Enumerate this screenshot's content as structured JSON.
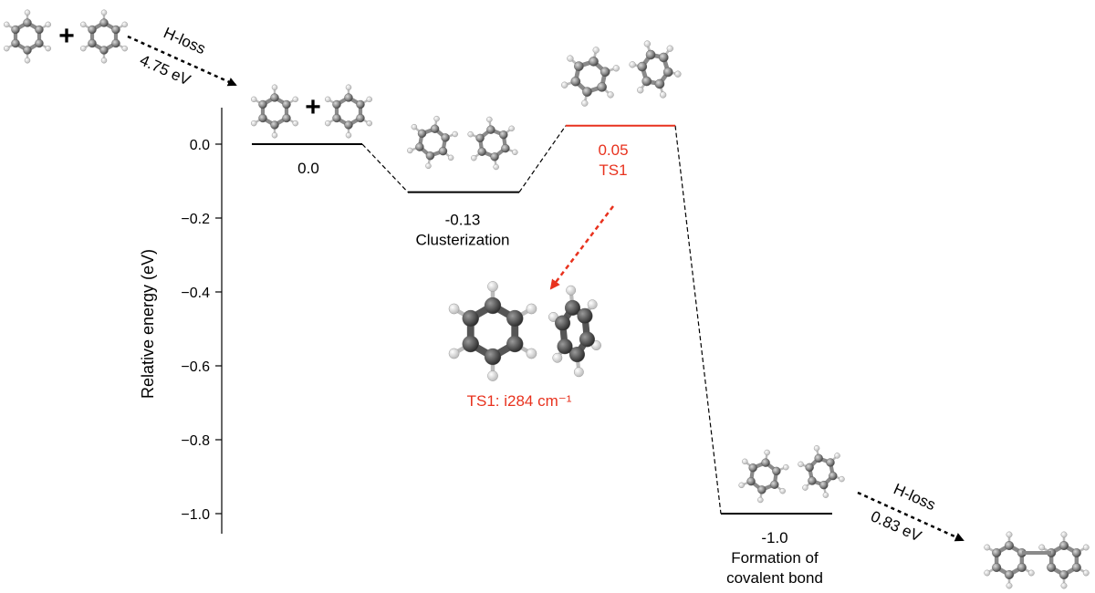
{
  "chart_data": {
    "type": "energy-diagram",
    "ylabel": "Relative energy (eV)",
    "ylim": [
      -1.05,
      0.08
    ],
    "yticks": [
      {
        "value": 0.0,
        "label": "0.0"
      },
      {
        "value": -0.2,
        "label": "−0.2"
      },
      {
        "value": -0.4,
        "label": "−0.4"
      },
      {
        "value": -0.6,
        "label": "−0.6"
      },
      {
        "value": -0.8,
        "label": "−0.8"
      },
      {
        "value": -1.0,
        "label": "−1.0"
      }
    ],
    "levels": [
      {
        "id": "reactants",
        "energy": 0.0,
        "value_label": "0.0",
        "name_lines": [],
        "color": "#000000"
      },
      {
        "id": "cluster",
        "energy": -0.13,
        "value_label": "-0.13",
        "name_lines": [
          "Clusterization"
        ],
        "color": "#000000"
      },
      {
        "id": "ts1",
        "energy": 0.05,
        "value_label": "0.05",
        "name_lines": [
          "TS1"
        ],
        "color": "#e8321e"
      },
      {
        "id": "product",
        "energy": -1.0,
        "value_label": "-1.0",
        "name_lines": [
          "Formation of",
          "covalent bond"
        ],
        "color": "#000000"
      }
    ]
  },
  "annotations": {
    "hloss_top_label": "H-loss",
    "hloss_top_energy": "4.75 eV",
    "hloss_bottom_label": "H-loss",
    "hloss_bottom_energy": "0.83 eV",
    "plus_sign": "+",
    "ts1_caption": "TS1: i284 cm⁻¹"
  },
  "colors": {
    "ts_red": "#e8321e",
    "level_black": "#000000"
  }
}
